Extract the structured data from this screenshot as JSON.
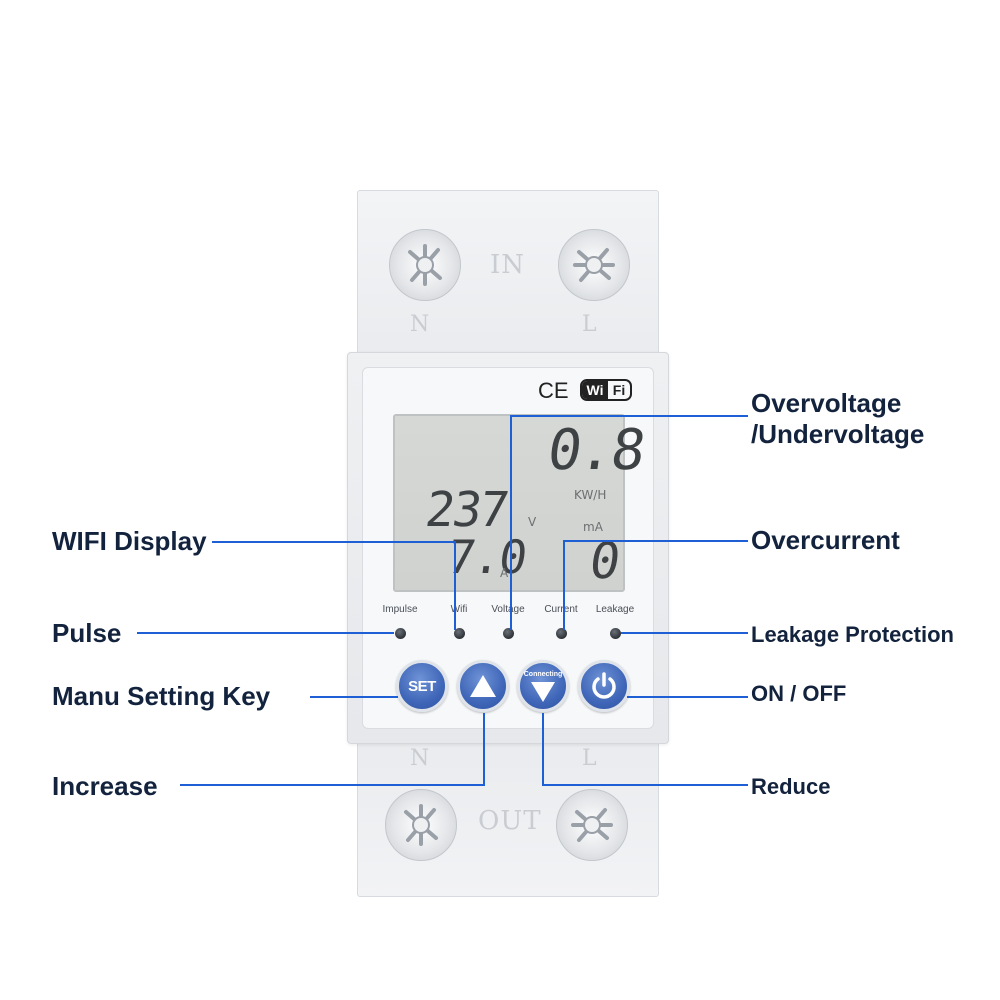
{
  "device": {
    "terminals": {
      "in_label": "IN",
      "out_label": "OUT",
      "top_left": "N",
      "top_right": "L",
      "bottom_left": "N",
      "bottom_right": "L"
    },
    "cert_ce": "CE",
    "cert_wifi_a": "Wi",
    "cert_wifi_b": "Fi",
    "lcd": {
      "energy": "0.8",
      "energy_unit": "KW/H",
      "voltage": "237",
      "voltage_unit": "V",
      "current": "7.0",
      "current_unit": "A",
      "leakage_unit": "mA",
      "leakage": "0"
    },
    "indicators": [
      "Impulse",
      "Wifi",
      "Voltage",
      "Current",
      "Leakage"
    ],
    "buttons": {
      "set": "SET",
      "connecting": "Connecting"
    }
  },
  "annotations": {
    "overvoltage_line1": "Overvoltage",
    "overvoltage_line2": "/Undervoltage",
    "wifi_display": "WIFI Display",
    "overcurrent": "Overcurrent",
    "pulse": "Pulse",
    "leakage_protection": "Leakage Protection",
    "menu_setting_key": "Manu Setting Key",
    "on_off": "ON / OFF",
    "increase": "Increase",
    "reduce": "Reduce"
  },
  "colors": {
    "leader_line": "#1f5fd6",
    "button_blue": "#3f66b8",
    "label_text": "#13233d"
  }
}
